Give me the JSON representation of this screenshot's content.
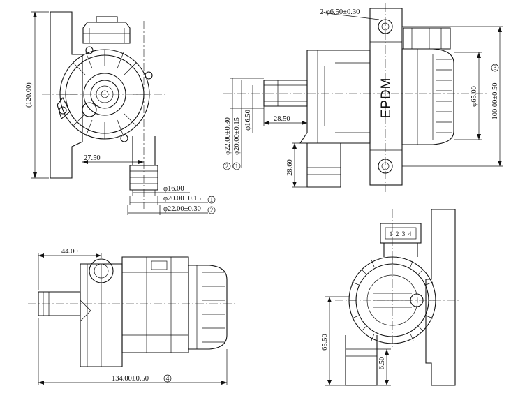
{
  "views": {
    "front": {
      "dim_height": "(120.00)",
      "dim_offset": "27.50",
      "dim_dia1": "φ16.00",
      "dim_dia2": "φ20.00±0.15",
      "dim_dia2_marker": "1",
      "dim_dia3": "φ22.00±0.30",
      "dim_dia3_marker": "2"
    },
    "side": {
      "dim_holes": "2-φ6.50±0.30",
      "logo": "EPDM",
      "dim_pitch": "100.00±0.50",
      "dim_pitch_marker": "3",
      "dim_motor": "φ65.00",
      "dim_dia_a": "φ22.00±0.30",
      "dim_dia_a_marker": "2",
      "dim_dia_b": "φ20.00±0.15",
      "dim_dia_b_marker": "1",
      "dim_dia_c": "φ16.50",
      "dim_inlet_len": "28.50",
      "dim_outlet_len": "28.60"
    },
    "top": {
      "dim_inlet": "44.00",
      "dim_length": "134.00±0.50",
      "dim_length_marker": "4"
    },
    "rear": {
      "connector_pins": [
        "1",
        "2",
        "3",
        "4"
      ],
      "dim_outlet": "65.50",
      "dim_wall": "6.50"
    }
  }
}
